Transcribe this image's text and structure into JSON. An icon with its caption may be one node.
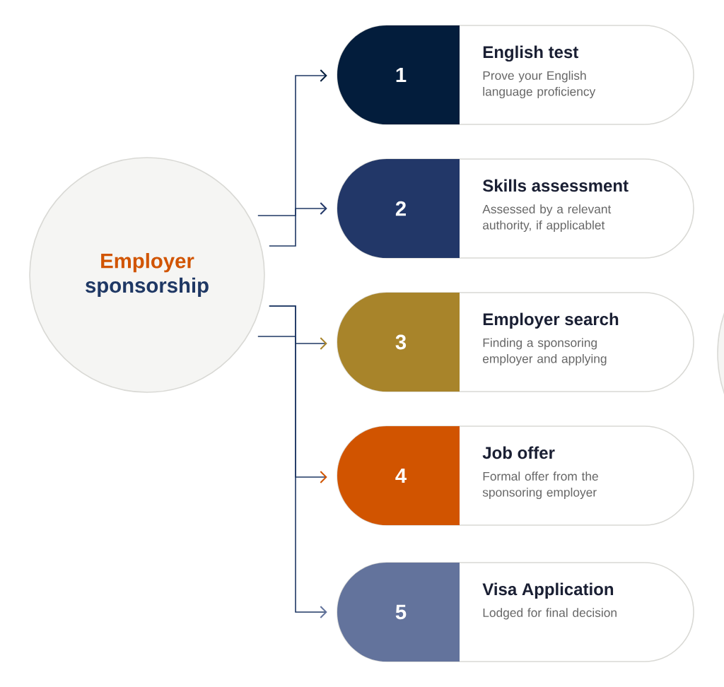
{
  "diagram": {
    "nodes": [
      {
        "text": [
          "Employer",
          "sponsorship"
        ]
      },
      {
        "text": [
          "1",
          "English test",
          "Prove your English language proficiency"
        ]
      },
      {
        "text": [
          "2",
          "Skills assessment",
          "Assessed by a relevant authority, if applicablet"
        ]
      },
      {
        "text": [
          "3",
          "Employer search",
          "Finding a sponsoring employer and applying"
        ]
      },
      {
        "text": [
          "4",
          "Job offer",
          "Formal offer from the sponsoring employer"
        ]
      },
      {
        "text": [
          "5",
          "Visa Application",
          "Lodged for final decision"
        ]
      },
      {
        "text": [],
        "shape": "circle"
      }
    ],
    "edges": [
      {
        "from": 0,
        "to": 1,
        "arrow": "to"
      },
      {
        "from": 0,
        "to": 2,
        "arrow": "to"
      },
      {
        "from": 0,
        "to": 3,
        "arrow": "to"
      },
      {
        "from": 0,
        "to": 4,
        "arrow": "to"
      },
      {
        "from": 0,
        "to": 5,
        "arrow": "to"
      }
    ]
  }
}
